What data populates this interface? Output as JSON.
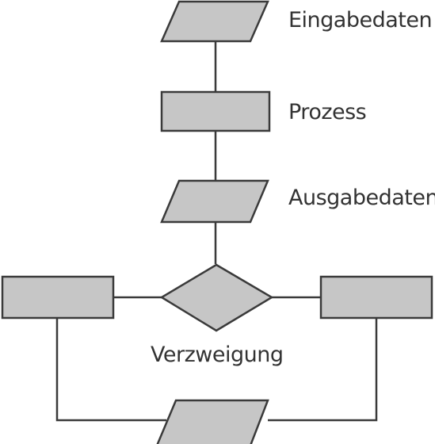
{
  "nodes": {
    "input_data": {
      "label": "Eingabedaten"
    },
    "process": {
      "label": "Prozess"
    },
    "output_data": {
      "label": "Ausgabedaten"
    },
    "branch": {
      "label": "Verzweigung"
    }
  },
  "colors": {
    "shape_fill": "#c6c6c6",
    "stroke": "#3a3a3a",
    "text": "#333333",
    "background": "#ffffff"
  }
}
